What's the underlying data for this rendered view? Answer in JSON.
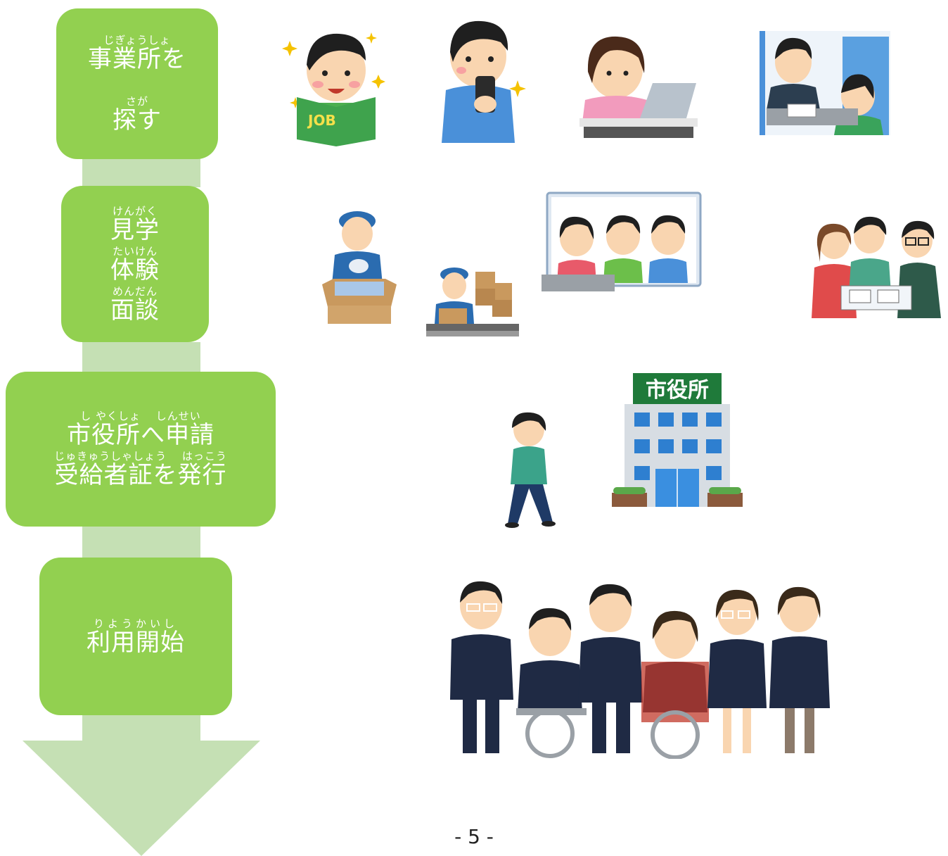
{
  "steps": [
    {
      "lines": [
        {
          "ruby": "じぎょうしょ",
          "text": "事業所を"
        },
        {
          "ruby": "さが",
          "text": "探す"
        }
      ]
    },
    {
      "lines": [
        {
          "ruby": "けんがく",
          "text": "見学"
        },
        {
          "ruby": "たいけん",
          "text": "体験"
        },
        {
          "ruby": "めんだん",
          "text": "面談"
        }
      ]
    },
    {
      "lines": [
        {
          "ruby": "し やくしょ　 しんせい",
          "text": "市役所へ申請"
        },
        {
          "ruby": "じゅきゅうしゃしょう　 はっこう",
          "text": "受給者証を発行"
        }
      ]
    },
    {
      "lines": [
        {
          "ruby": "りようかいし",
          "text": "利用開始"
        }
      ]
    }
  ],
  "illustrations": {
    "city_hall_sign": "市役所",
    "book_label": "JOB"
  },
  "page_number": "- 5 -",
  "colors": {
    "step_fill": "#92d050",
    "connector_fill": "#c5e0b4",
    "text": "#ffffff"
  }
}
